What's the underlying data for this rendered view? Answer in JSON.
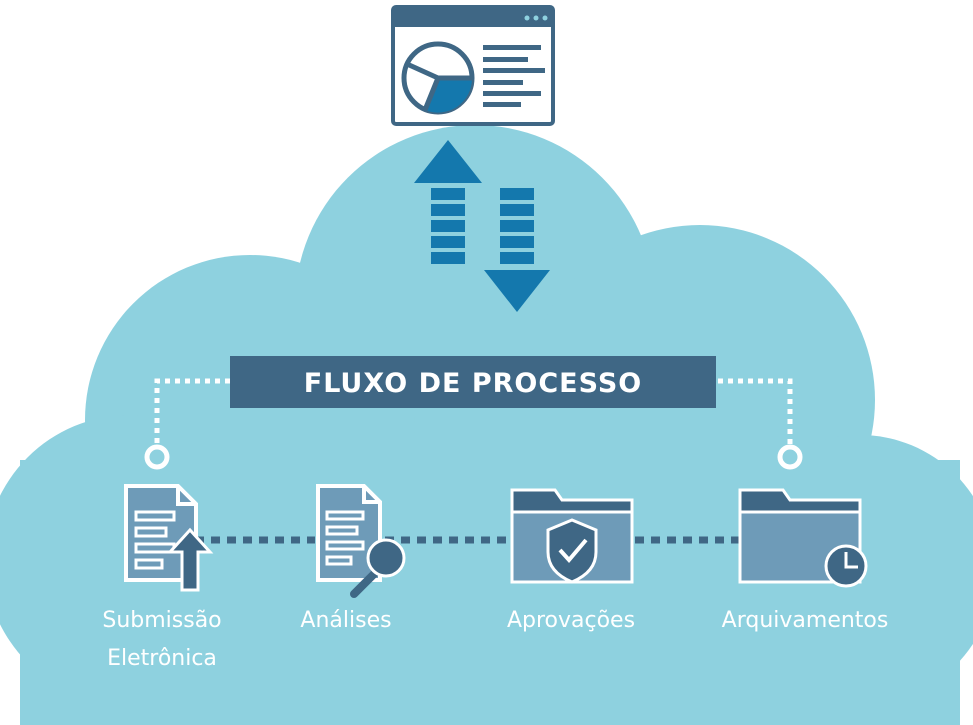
{
  "banner": {
    "title": "FLUXO DE PROCESSO"
  },
  "steps": [
    {
      "icon": "document-upload-icon",
      "label_line1": "Submissão",
      "label_line2": "Eletrônica"
    },
    {
      "icon": "document-search-icon",
      "label_line1": "Análises"
    },
    {
      "icon": "folder-shield-check-icon",
      "label_line1": "Aprovações"
    },
    {
      "icon": "folder-clock-icon",
      "label_line1": "Arquivamentos"
    }
  ],
  "top_icon": "dashboard-pie-chart-icon",
  "colors": {
    "cloud": "#8ed1df",
    "dark_blue": "#3f6785",
    "mid_blue": "#6e9bb8",
    "accent_blue": "#1478ad",
    "white": "#ffffff"
  }
}
